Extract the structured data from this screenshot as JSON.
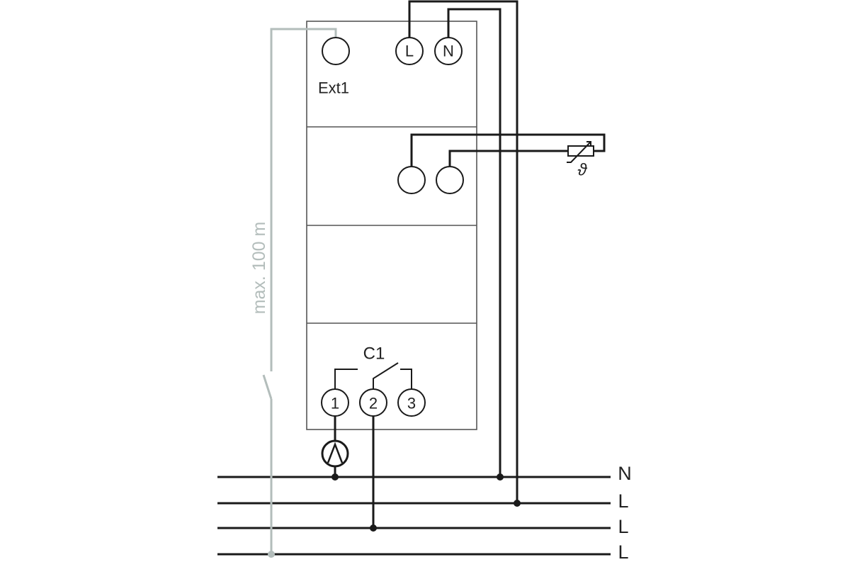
{
  "device": {
    "ext_label": "Ext1",
    "power_terminals": [
      "L",
      "N"
    ],
    "contact_label": "C1",
    "contact_terminals": [
      "1",
      "2",
      "3"
    ]
  },
  "remote": {
    "distance_label": "max. 100 m"
  },
  "sensor": {
    "symbol": "ϑ"
  },
  "bus": {
    "labels": [
      "N",
      "L",
      "L",
      "L"
    ]
  },
  "colors": {
    "wire": "#1a1a1a",
    "remote_wire": "#b3bdbb",
    "body_stroke": "#555555"
  }
}
